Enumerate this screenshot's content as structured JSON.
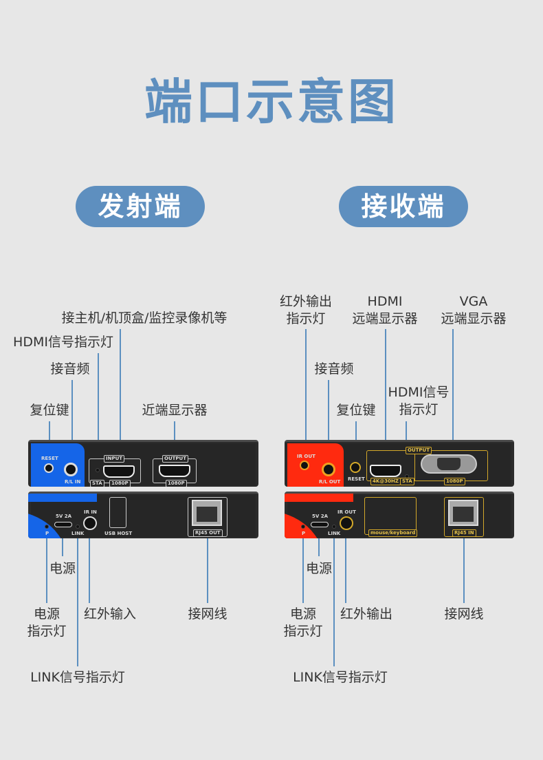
{
  "title": "端口示意图",
  "sender": {
    "heading": "发射端",
    "callouts": {
      "host": "接主机/机顶盒/监控录像机等",
      "hdmi_led": "HDMI信号指示灯",
      "audio": "接音频",
      "reset": "复位键",
      "near_display": "近端显示器",
      "power_led": [
        "电源",
        "指示灯"
      ],
      "power": "电源",
      "link_led": "LINK信号指示灯",
      "ir_in": "红外输入",
      "network": "接网线"
    },
    "front": {
      "reset": "RESET",
      "audio": "R/L IN",
      "input": "INPUT",
      "sta": "STA",
      "input_res": "1080P",
      "output": "OUTPUT",
      "output_res": "1080P"
    },
    "back": {
      "power_spec": "5V 2A",
      "p": "P",
      "link": "LINK",
      "ir": "IR IN",
      "usb": "USB HOST",
      "rj45": "RJ45 OUT"
    }
  },
  "receiver": {
    "heading": "接收端",
    "callouts": {
      "ir_led": [
        "红外输出",
        "指示灯"
      ],
      "hdmi_display": [
        "HDMI",
        "远端显示器"
      ],
      "vga_display": [
        "VGA",
        "远端显示器"
      ],
      "audio": "接音频",
      "reset": "复位键",
      "hdmi_led": [
        "HDMI信号",
        "指示灯"
      ],
      "power_led": [
        "电源",
        "指示灯"
      ],
      "power": "电源",
      "link_led": "LINK信号指示灯",
      "ir_out": "红外输出",
      "network": "接网线"
    },
    "front": {
      "ir_out": "IR OUT",
      "audio": "R/L OUT",
      "reset": "RESET",
      "output": "OUTPUT",
      "hdmi_res": "4K@30HZ",
      "sta": "STA",
      "vga_res": "1080P"
    },
    "back": {
      "power_spec": "5V 2A",
      "p": "P",
      "link": "LINK",
      "ir": "IR OUT",
      "usb": "mouse/keyboard",
      "rj45": "RJ45 IN"
    }
  },
  "colors": {
    "accent": "#5e8fbf",
    "sender": "#1565e8",
    "receiver": "#ff2a0f",
    "line": "#5b8fc0"
  }
}
